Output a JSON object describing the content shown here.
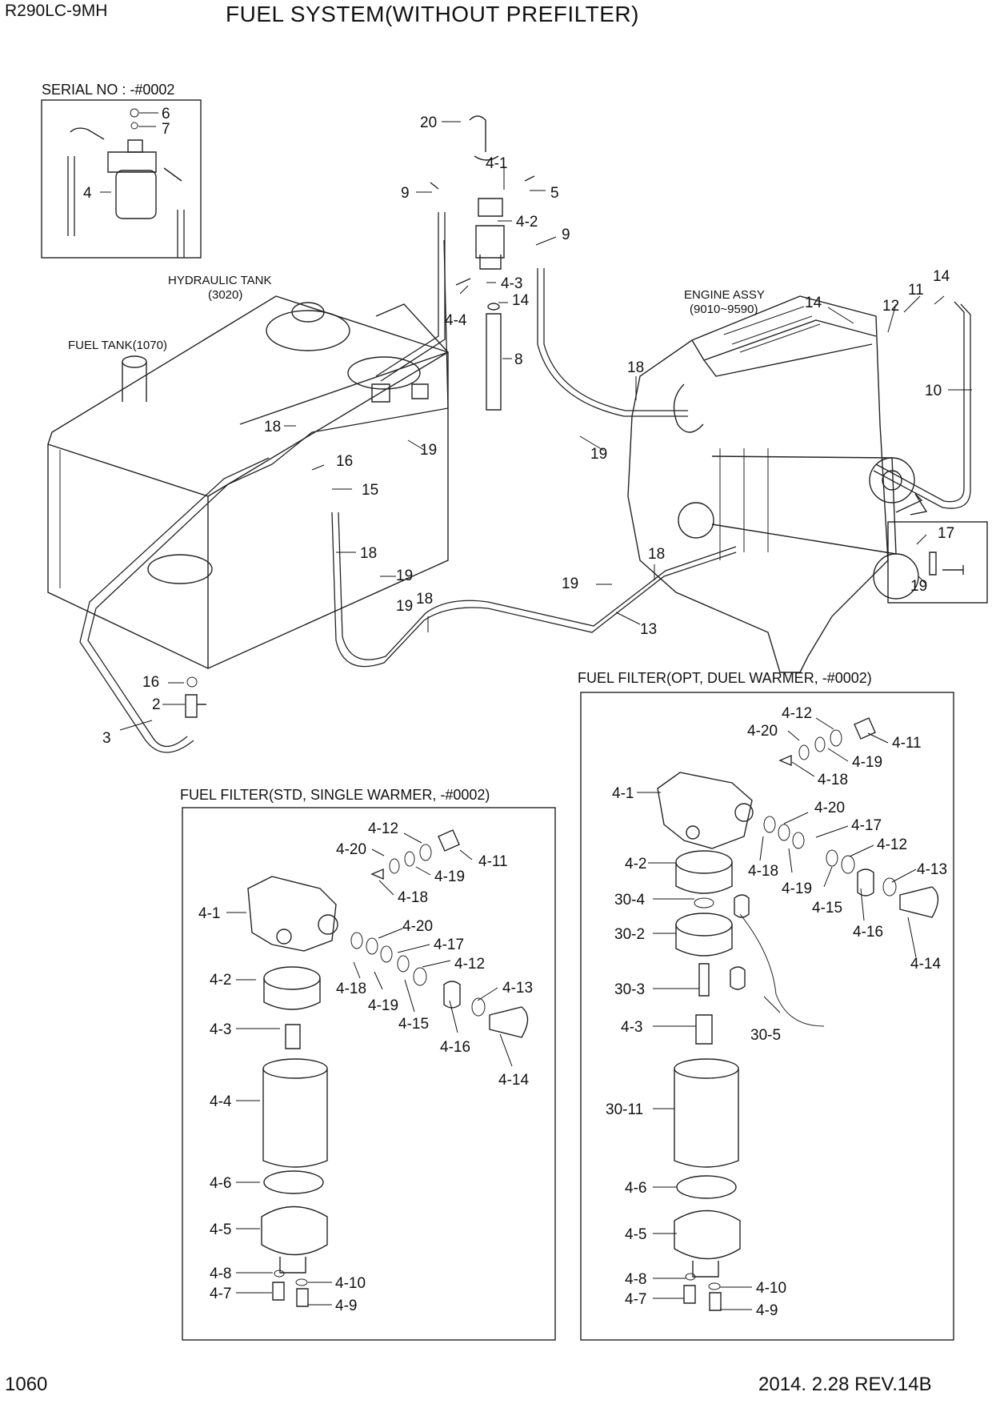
{
  "header": {
    "model": "R290LC-9MH",
    "title": "FUEL SYSTEM(WITHOUT PREFILTER)"
  },
  "footer": {
    "page_number": "1060",
    "revision": "2014. 2.28  REV.14B"
  },
  "captions": {
    "serial_no": "SERIAL NO : -#0002",
    "hydraulic_tank": "HYDRAULIC TANK",
    "hydraulic_tank_no": "(3020)",
    "fuel_tank": "FUEL TANK(1070)",
    "engine_assy": "ENGINE ASSY",
    "engine_assy_no": "(9010~9590)",
    "filter_std": "FUEL FILTER(STD, SINGLE WARMER, -#0002)",
    "filter_opt": "FUEL FILTER(OPT, DUEL WARMER, -#0002)"
  },
  "callouts": {
    "serial_inset": [
      "6",
      "7",
      "4"
    ],
    "main": [
      "20",
      "4-1",
      "9",
      "5",
      "4-2",
      "9",
      "4-3",
      "14",
      "4-4",
      "8",
      "14",
      "12",
      "11",
      "14",
      "10",
      "18",
      "19",
      "18",
      "16",
      "19",
      "15",
      "18",
      "19",
      "19",
      "18",
      "19",
      "18",
      "13",
      "17",
      "19",
      "16",
      "2",
      "3"
    ],
    "std_filter": [
      "4-12",
      "4-20",
      "4-11",
      "4-19",
      "4-18",
      "4-1",
      "4-20",
      "4-17",
      "4-12",
      "4-13",
      "4-2",
      "4-18",
      "4-19",
      "4-15",
      "4-16",
      "4-14",
      "4-3",
      "4-4",
      "4-6",
      "4-5",
      "4-8",
      "4-10",
      "4-7",
      "4-9"
    ],
    "opt_filter": [
      "4-12",
      "4-20",
      "4-11",
      "4-19",
      "4-18",
      "4-1",
      "4-20",
      "4-17",
      "4-12",
      "4-13",
      "4-2",
      "4-18",
      "4-19",
      "4-15",
      "4-16",
      "4-14",
      "30-4",
      "30-2",
      "30-3",
      "30-5",
      "4-3",
      "30-11",
      "4-6",
      "4-5",
      "4-8",
      "4-10",
      "4-7",
      "4-9"
    ]
  }
}
